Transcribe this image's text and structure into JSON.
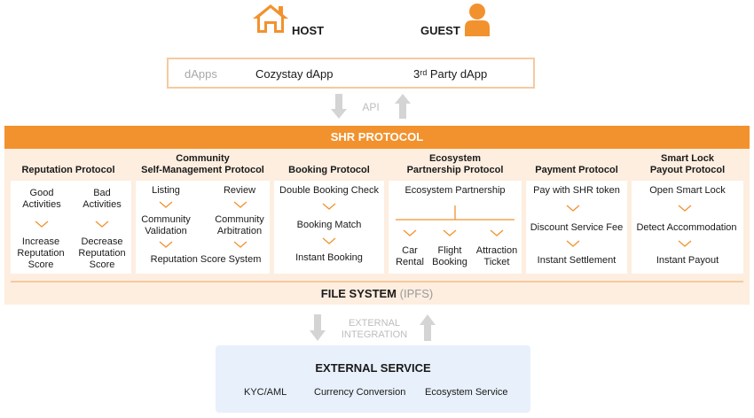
{
  "actors": {
    "host": {
      "label": "HOST",
      "icon": "house-icon"
    },
    "guest": {
      "label": "GUEST",
      "icon": "person-icon"
    }
  },
  "dapps": {
    "tag": "dApps",
    "items": [
      "Cozystay dApp",
      "3ʳᵈ Party dApp"
    ]
  },
  "api_label": "API",
  "protocol": {
    "title": "SHR PROTOCOL",
    "columns": [
      {
        "title": [
          "Reputation Protocol"
        ],
        "left_branch": {
          "top": [
            "Good",
            "Activities"
          ],
          "bottom": [
            "Increase",
            "Reputation",
            "Score"
          ]
        },
        "right_branch": {
          "top": [
            "Bad",
            "Activities"
          ],
          "bottom": [
            "Decrease",
            "Reputation",
            "Score"
          ]
        }
      },
      {
        "title": [
          "Community",
          "Self-Management Protocol"
        ],
        "left_branch": {
          "top": [
            "Listing"
          ],
          "bottom": [
            "Community",
            "Validation"
          ]
        },
        "right_branch": {
          "top": [
            "Review"
          ],
          "bottom": [
            "Community",
            "Arbitration"
          ]
        },
        "footer": "Reputation Score System"
      },
      {
        "title": [
          "Booking Protocol"
        ],
        "steps": [
          "Double Booking Check",
          "Booking Match",
          "Instant Booking"
        ]
      },
      {
        "title": [
          "Ecosystem",
          "Partnership Protocol"
        ],
        "root": "Ecosystem Partnership",
        "branches": [
          [
            "Car",
            "Rental"
          ],
          [
            "Flight",
            "Booking"
          ],
          [
            "Attraction",
            "Ticket"
          ]
        ]
      },
      {
        "title": [
          "Payment Protocol"
        ],
        "steps": [
          "Pay with SHR token",
          "Discount Service Fee",
          "Instant Settlement"
        ]
      },
      {
        "title": [
          "Smart Lock",
          "Payout Protocol"
        ],
        "steps": [
          "Open Smart Lock",
          "Detect Accommodation",
          "Instant Payout"
        ]
      }
    ]
  },
  "file_system": {
    "title": "FILE SYSTEM",
    "sub": "(IPFS)"
  },
  "integration_label": [
    "EXTERNAL",
    "INTEGRATION"
  ],
  "external": {
    "title": "EXTERNAL SERVICE",
    "items": [
      "KYC/AML",
      "Currency Conversion",
      "Ecosystem Service"
    ]
  },
  "colors": {
    "accent": "#f2922e",
    "band_bg": "#fdeee0",
    "external_bg": "#e8f0fb",
    "arrow": "#d4d4d4"
  }
}
